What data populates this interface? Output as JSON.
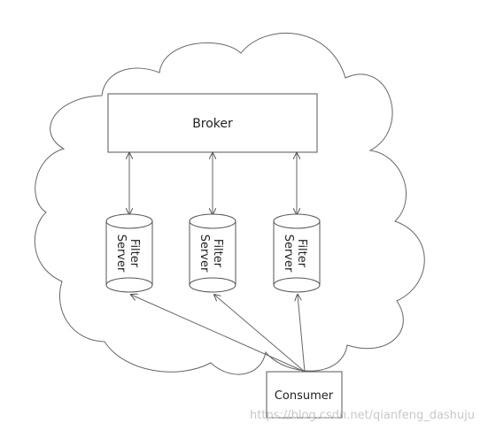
{
  "diagram": {
    "broker": {
      "label": "Broker"
    },
    "filter_servers": [
      {
        "line1": "Filter",
        "line2": "Server"
      },
      {
        "line1": "Filter",
        "line2": "Server"
      },
      {
        "line1": "Filter",
        "line2": "Server"
      }
    ],
    "consumer": {
      "label": "Consumer"
    },
    "watermark": "https://blog.csdn.net/qianfeng_dashuju",
    "colors": {
      "stroke": "#555555",
      "text": "#222222",
      "watermark": "#c8c8c8"
    }
  }
}
